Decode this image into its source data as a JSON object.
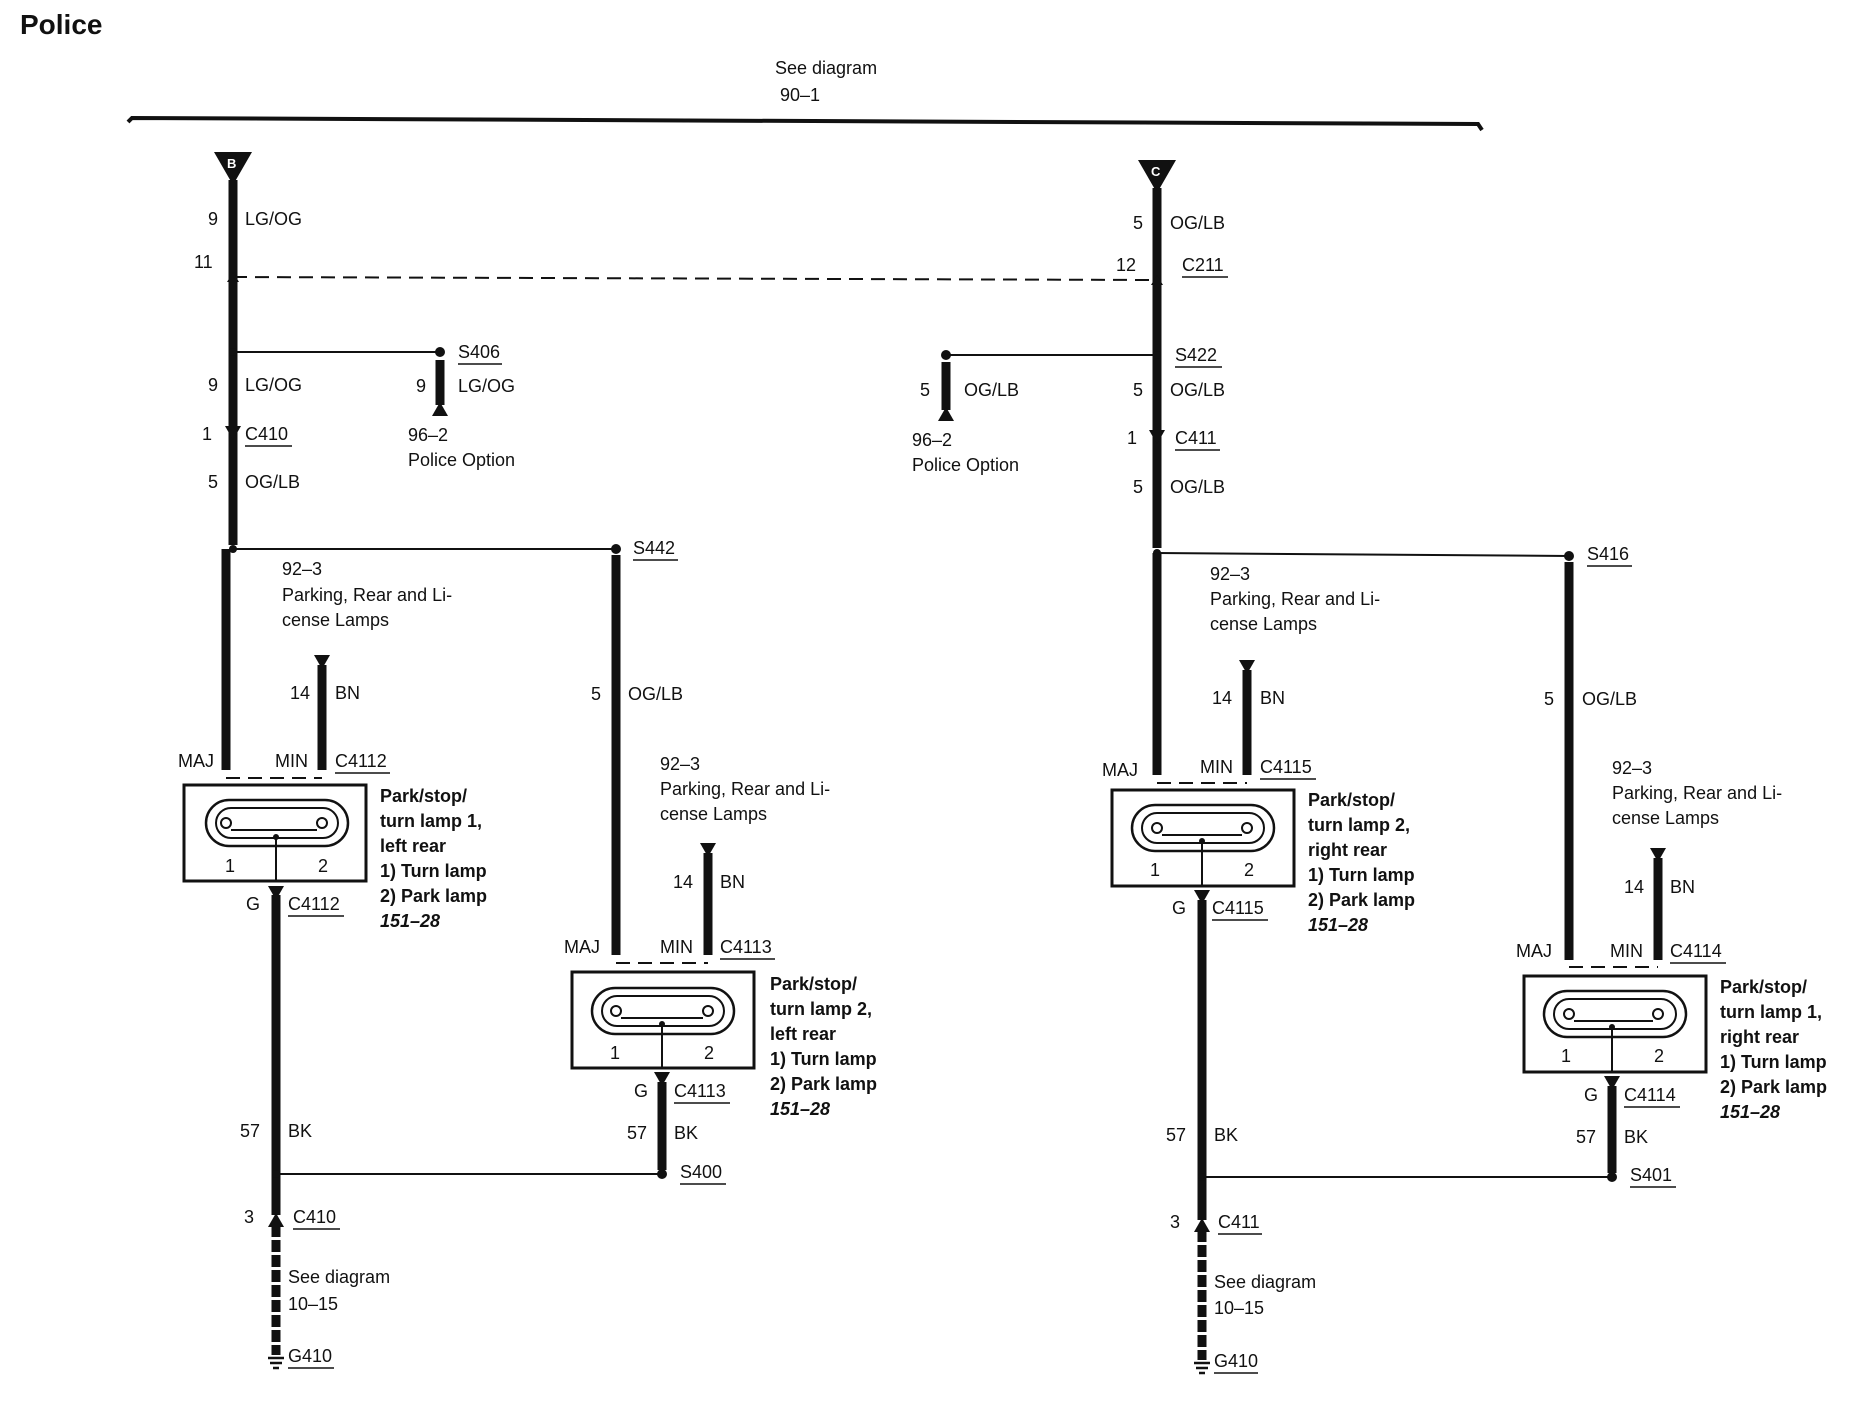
{
  "title": "Police",
  "top_ref": {
    "line1": "See diagram",
    "line2": "90–1"
  },
  "left": {
    "connector_letter": "B",
    "w_top_num": "9",
    "w_top_color": "LG/OG",
    "c211_pin": "11",
    "branch_num": "9",
    "branch_color": "LG/OG",
    "s406": "S406",
    "s406_wire_num": "9",
    "s406_wire_color": "LG/OG",
    "s406_ref": "96–2",
    "s406_label": "Police Option",
    "c410_pin": "1",
    "c410": "C410",
    "w_num": "5",
    "w_color": "OG/LB",
    "s442": "S442",
    "lamp_a": {
      "ref": "92–3",
      "ref_l1": "Parking, Rear and Li-",
      "ref_l2": "cense Lamps",
      "bn_num": "14",
      "bn_color": "BN",
      "maj": "MAJ",
      "min": "MIN",
      "conn": "C4112",
      "pin1": "1",
      "pin2": "2",
      "name1": "Park/stop/",
      "name2": "turn lamp 1,",
      "name3": "left rear",
      "f1": "1)   Turn lamp",
      "f2": "2)   Park lamp",
      "page": "151–28",
      "g": "G",
      "g_conn": "C4112"
    },
    "w2_num": "5",
    "w2_color": "OG/LB",
    "lamp_b": {
      "ref": "92–3",
      "ref_l1": "Parking, Rear and Li-",
      "ref_l2": "cense Lamps",
      "bn_num": "14",
      "bn_color": "BN",
      "maj": "MAJ",
      "min": "MIN",
      "conn": "C4113",
      "pin1": "1",
      "pin2": "2",
      "name1": "Park/stop/",
      "name2": "turn lamp 2,",
      "name3": "left rear",
      "f1": "1)   Turn lamp",
      "f2": "2)   Park lamp",
      "page": "151–28",
      "g": "G",
      "g_conn": "C4113"
    },
    "bk_num": "57",
    "bk_color": "BK",
    "bk2_num": "57",
    "bk2_color": "BK",
    "s400": "S400",
    "c410b_pin": "3",
    "c410b": "C410",
    "see_l1": "See diagram",
    "see_l2": "10–15",
    "ground": "G410"
  },
  "right": {
    "connector_letter": "C",
    "w_top_num": "5",
    "w_top_color": "OG/LB",
    "c211_pin": "12",
    "c211": "C211",
    "s422": "S422",
    "branch_num": "5",
    "branch_color": "OG/LB",
    "s422_wire_num": "5",
    "s422_wire_color": "OG/LB",
    "s422_ref": "96–2",
    "s422_label": "Police Option",
    "c411_pin": "1",
    "c411": "C411",
    "w_num": "5",
    "w_color": "OG/LB",
    "s416": "S416",
    "lamp_a": {
      "ref": "92–3",
      "ref_l1": "Parking, Rear and Li-",
      "ref_l2": "cense Lamps",
      "bn_num": "14",
      "bn_color": "BN",
      "maj": "MAJ",
      "min": "MIN",
      "conn": "C4115",
      "pin1": "1",
      "pin2": "2",
      "name1": "Park/stop/",
      "name2": "turn lamp 2,",
      "name3": "right rear",
      "f1": "1)   Turn lamp",
      "f2": "2)   Park lamp",
      "page": "151–28",
      "g": "G",
      "g_conn": "C4115"
    },
    "w2_num": "5",
    "w2_color": "OG/LB",
    "lamp_b": {
      "ref": "92–3",
      "ref_l1": "Parking, Rear and Li-",
      "ref_l2": "cense Lamps",
      "bn_num": "14",
      "bn_color": "BN",
      "maj": "MAJ",
      "min": "MIN",
      "conn": "C4114",
      "pin1": "1",
      "pin2": "2",
      "name1": "Park/stop/",
      "name2": "turn lamp 1,",
      "name3": "right rear",
      "f1": "1)   Turn lamp",
      "f2": "2)   Park lamp",
      "page": "151–28",
      "g": "G",
      "g_conn": "C4114"
    },
    "bk_num": "57",
    "bk_color": "BK",
    "bk2_num": "57",
    "bk2_color": "BK",
    "s401": "S401",
    "c411b_pin": "3",
    "c411b": "C411",
    "see_l1": "See diagram",
    "see_l2": "10–15",
    "ground": "G410"
  }
}
